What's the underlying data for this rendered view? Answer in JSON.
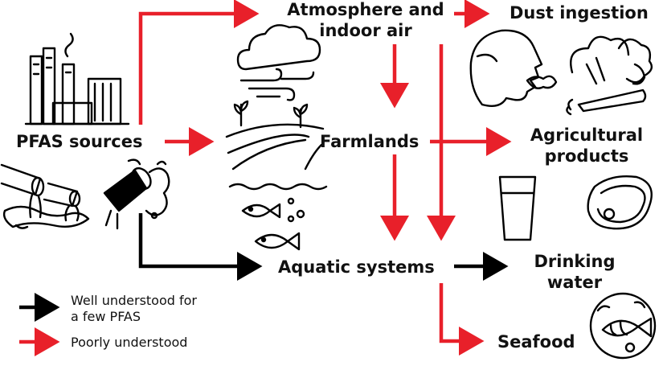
{
  "nodes": {
    "sources": "PFAS sources",
    "atmosphere_line1": "Atmosphere and",
    "atmosphere_line2": "indoor air",
    "dust": "Dust ingestion",
    "farmlands": "Farmlands",
    "agri_line1": "Agricultural",
    "agri_line2": "products",
    "aquatic": "Aquatic systems",
    "drinking_line1": "Drinking",
    "drinking_line2": "water",
    "seafood": "Seafood"
  },
  "legend": {
    "black_line1": "Well understood for",
    "black_line2": "a few PFAS",
    "red": "Poorly understood"
  },
  "colors": {
    "poorly_understood": "#e8202a",
    "well_understood": "#000000"
  },
  "icons": [
    "factory-icon",
    "pipes-icon",
    "discharge-pipe-icon",
    "cloud-wind-icon",
    "farmland-icon",
    "fish-icon",
    "face-breathing-icon",
    "vegetables-icon",
    "water-glass-icon",
    "meat-steak-icon",
    "fish-plate-icon"
  ]
}
